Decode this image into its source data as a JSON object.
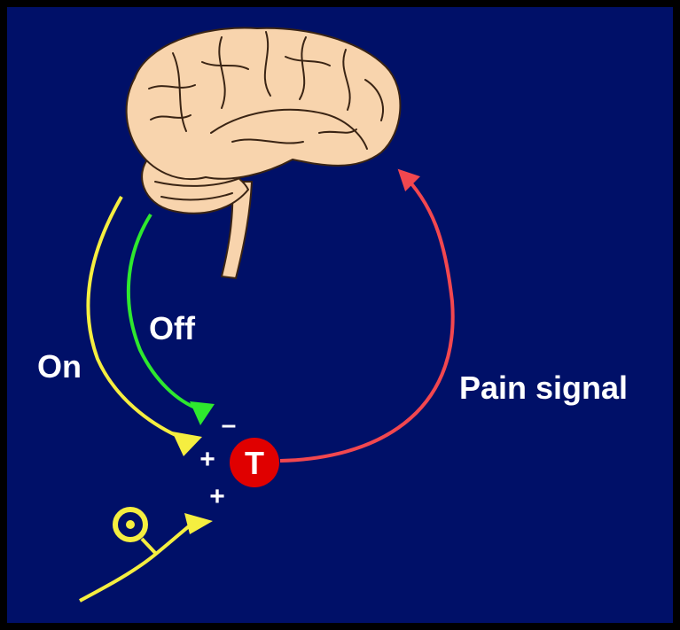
{
  "labels": {
    "on": "On",
    "off": "Off",
    "pain_signal": "Pain signal",
    "transmission_cell": "T",
    "plus_on": "+",
    "plus_afferent": "+",
    "minus_off": "–"
  },
  "icons": {
    "brain": "brain-icon",
    "sensory_neuron": "sensory-neuron-icon"
  },
  "colors": {
    "background": "#001068",
    "on_pathway": "#f5ee40",
    "off_pathway": "#2ee82e",
    "pain_signal_pathway": "#f2474f",
    "transmission_cell": "#e00000",
    "afferent_neuron": "#f5ee40",
    "brain_fill": "#f8d4ad"
  }
}
